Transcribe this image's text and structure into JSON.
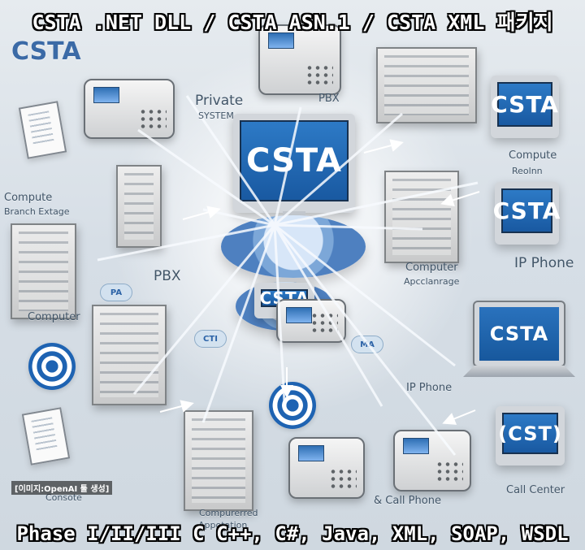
{
  "title": "CSTA .NET DLL / CSTA ASN.1 / CSTA XML 패키지",
  "bottom_caption": "Phase I/II/III C C++, C#, Java, XML, SOAP, WSDL",
  "note": "[이미지:OpenAI 툴 생성]",
  "labels": {
    "csta_top_left": "CSTA",
    "private": "Private",
    "private_sub": "SYSTEM",
    "pbx_top": "PBX",
    "compute": "Compute",
    "branch_exchange": "Branch Extage",
    "pbx_left": "PBX",
    "computer_left": "Computer",
    "computer_exchange": "Computer",
    "computer_exchange_sub": "Apcclanrage",
    "compute_right": "Compute",
    "compute_right_sub": "Reolnn",
    "ip_phone_right": "IP Phone",
    "ip_phone_mid": "IP Phone",
    "call_phone": "& Call Phone",
    "call_center": "Call Center",
    "computerized": "Compurerred",
    "computerized_sub": "Appotation",
    "consote": "Consote"
  },
  "screens": {
    "central": "CSTA",
    "top_right": "CSTA",
    "mid_right": "CSTA",
    "center_device": "CSTA",
    "laptop": "CSTA",
    "call_center": "(CST)"
  },
  "pills": {
    "left_small": "PA",
    "left_mid": "CTI",
    "right_mid": "MA"
  },
  "colors": {
    "accent": "#2d74bf",
    "label": "#415568",
    "title_text": "#ffffff",
    "title_stroke": "#000000"
  }
}
